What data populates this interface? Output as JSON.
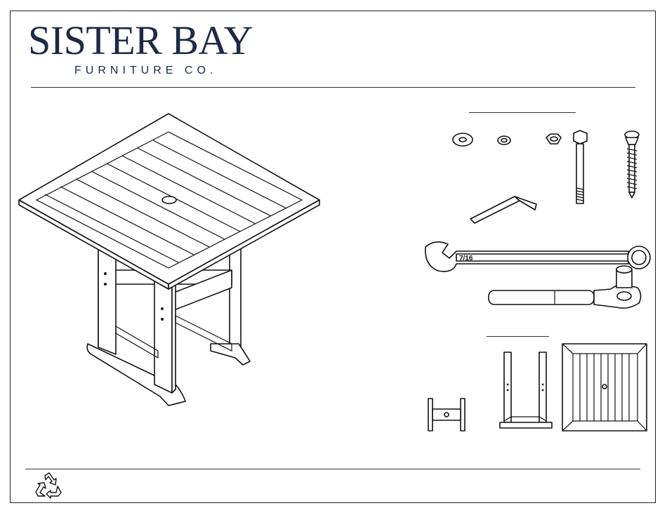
{
  "brand": {
    "name": "SISTER BAY",
    "sub": "FURNITURE CO."
  },
  "tools": {
    "wrench_size": "7/16"
  },
  "icons": {
    "recycle": "recycle-icon"
  },
  "colors": {
    "brand_navy": "#1c2a45",
    "line": "#111111"
  }
}
